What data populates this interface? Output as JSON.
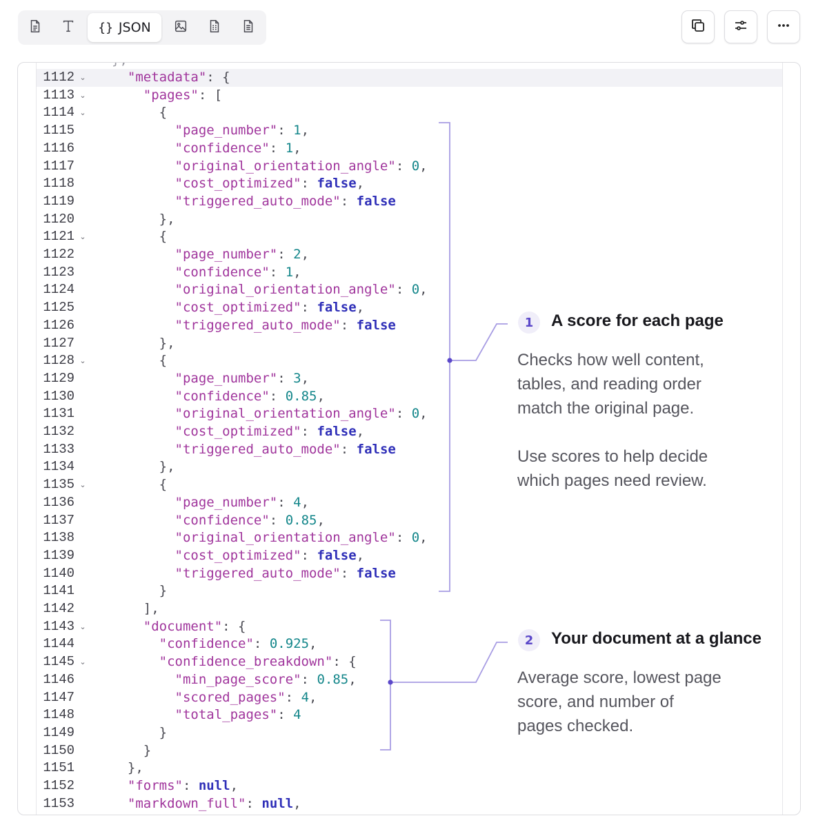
{
  "toolbar": {
    "tabs": [
      {
        "icon": "document-icon",
        "label": ""
      },
      {
        "icon": "text-icon",
        "label": ""
      },
      {
        "icon": "braces-icon",
        "braces": "{}",
        "label": "JSON",
        "active": true
      },
      {
        "icon": "image-icon",
        "label": ""
      },
      {
        "icon": "spreadsheet-icon",
        "label": ""
      },
      {
        "icon": "page-icon",
        "label": ""
      }
    ],
    "actions": [
      {
        "icon": "copy-icon"
      },
      {
        "icon": "sliders-icon"
      },
      {
        "icon": "more-horizontal-icon",
        "label": "···"
      }
    ]
  },
  "editor": {
    "partial_top": "},",
    "highlight_line": "1112",
    "lines": [
      {
        "n": "1112",
        "fold": true,
        "parts": [
          [
            "i",
            "  "
          ],
          [
            "k",
            "\"metadata\""
          ],
          [
            "p",
            ": {"
          ]
        ]
      },
      {
        "n": "1113",
        "fold": true,
        "parts": [
          [
            "i",
            "    "
          ],
          [
            "k",
            "\"pages\""
          ],
          [
            "p",
            ": ["
          ]
        ]
      },
      {
        "n": "1114",
        "fold": true,
        "parts": [
          [
            "i",
            "      "
          ],
          [
            "p",
            "{"
          ]
        ]
      },
      {
        "n": "1115",
        "fold": false,
        "parts": [
          [
            "i",
            "        "
          ],
          [
            "k",
            "\"page_number\""
          ],
          [
            "p",
            ": "
          ],
          [
            "n",
            "1"
          ],
          [
            "p",
            ","
          ]
        ]
      },
      {
        "n": "1116",
        "fold": false,
        "parts": [
          [
            "i",
            "        "
          ],
          [
            "k",
            "\"confidence\""
          ],
          [
            "p",
            ": "
          ],
          [
            "n",
            "1"
          ],
          [
            "p",
            ","
          ]
        ]
      },
      {
        "n": "1117",
        "fold": false,
        "parts": [
          [
            "i",
            "        "
          ],
          [
            "k",
            "\"original_orientation_angle\""
          ],
          [
            "p",
            ": "
          ],
          [
            "n",
            "0"
          ],
          [
            "p",
            ","
          ]
        ]
      },
      {
        "n": "1118",
        "fold": false,
        "parts": [
          [
            "i",
            "        "
          ],
          [
            "k",
            "\"cost_optimized\""
          ],
          [
            "p",
            ": "
          ],
          [
            "b",
            "false"
          ],
          [
            "p",
            ","
          ]
        ]
      },
      {
        "n": "1119",
        "fold": false,
        "parts": [
          [
            "i",
            "        "
          ],
          [
            "k",
            "\"triggered_auto_mode\""
          ],
          [
            "p",
            ": "
          ],
          [
            "b",
            "false"
          ]
        ]
      },
      {
        "n": "1120",
        "fold": false,
        "parts": [
          [
            "i",
            "      "
          ],
          [
            "p",
            "},"
          ]
        ]
      },
      {
        "n": "1121",
        "fold": true,
        "parts": [
          [
            "i",
            "      "
          ],
          [
            "p",
            "{"
          ]
        ]
      },
      {
        "n": "1122",
        "fold": false,
        "parts": [
          [
            "i",
            "        "
          ],
          [
            "k",
            "\"page_number\""
          ],
          [
            "p",
            ": "
          ],
          [
            "n",
            "2"
          ],
          [
            "p",
            ","
          ]
        ]
      },
      {
        "n": "1123",
        "fold": false,
        "parts": [
          [
            "i",
            "        "
          ],
          [
            "k",
            "\"confidence\""
          ],
          [
            "p",
            ": "
          ],
          [
            "n",
            "1"
          ],
          [
            "p",
            ","
          ]
        ]
      },
      {
        "n": "1124",
        "fold": false,
        "parts": [
          [
            "i",
            "        "
          ],
          [
            "k",
            "\"original_orientation_angle\""
          ],
          [
            "p",
            ": "
          ],
          [
            "n",
            "0"
          ],
          [
            "p",
            ","
          ]
        ]
      },
      {
        "n": "1125",
        "fold": false,
        "parts": [
          [
            "i",
            "        "
          ],
          [
            "k",
            "\"cost_optimized\""
          ],
          [
            "p",
            ": "
          ],
          [
            "b",
            "false"
          ],
          [
            "p",
            ","
          ]
        ]
      },
      {
        "n": "1126",
        "fold": false,
        "parts": [
          [
            "i",
            "        "
          ],
          [
            "k",
            "\"triggered_auto_mode\""
          ],
          [
            "p",
            ": "
          ],
          [
            "b",
            "false"
          ]
        ]
      },
      {
        "n": "1127",
        "fold": false,
        "parts": [
          [
            "i",
            "      "
          ],
          [
            "p",
            "},"
          ]
        ]
      },
      {
        "n": "1128",
        "fold": true,
        "parts": [
          [
            "i",
            "      "
          ],
          [
            "p",
            "{"
          ]
        ]
      },
      {
        "n": "1129",
        "fold": false,
        "parts": [
          [
            "i",
            "        "
          ],
          [
            "k",
            "\"page_number\""
          ],
          [
            "p",
            ": "
          ],
          [
            "n",
            "3"
          ],
          [
            "p",
            ","
          ]
        ]
      },
      {
        "n": "1130",
        "fold": false,
        "parts": [
          [
            "i",
            "        "
          ],
          [
            "k",
            "\"confidence\""
          ],
          [
            "p",
            ": "
          ],
          [
            "n",
            "0.85"
          ],
          [
            "p",
            ","
          ]
        ]
      },
      {
        "n": "1131",
        "fold": false,
        "parts": [
          [
            "i",
            "        "
          ],
          [
            "k",
            "\"original_orientation_angle\""
          ],
          [
            "p",
            ": "
          ],
          [
            "n",
            "0"
          ],
          [
            "p",
            ","
          ]
        ]
      },
      {
        "n": "1132",
        "fold": false,
        "parts": [
          [
            "i",
            "        "
          ],
          [
            "k",
            "\"cost_optimized\""
          ],
          [
            "p",
            ": "
          ],
          [
            "b",
            "false"
          ],
          [
            "p",
            ","
          ]
        ]
      },
      {
        "n": "1133",
        "fold": false,
        "parts": [
          [
            "i",
            "        "
          ],
          [
            "k",
            "\"triggered_auto_mode\""
          ],
          [
            "p",
            ": "
          ],
          [
            "b",
            "false"
          ]
        ]
      },
      {
        "n": "1134",
        "fold": false,
        "parts": [
          [
            "i",
            "      "
          ],
          [
            "p",
            "},"
          ]
        ]
      },
      {
        "n": "1135",
        "fold": true,
        "parts": [
          [
            "i",
            "      "
          ],
          [
            "p",
            "{"
          ]
        ]
      },
      {
        "n": "1136",
        "fold": false,
        "parts": [
          [
            "i",
            "        "
          ],
          [
            "k",
            "\"page_number\""
          ],
          [
            "p",
            ": "
          ],
          [
            "n",
            "4"
          ],
          [
            "p",
            ","
          ]
        ]
      },
      {
        "n": "1137",
        "fold": false,
        "parts": [
          [
            "i",
            "        "
          ],
          [
            "k",
            "\"confidence\""
          ],
          [
            "p",
            ": "
          ],
          [
            "n",
            "0.85"
          ],
          [
            "p",
            ","
          ]
        ]
      },
      {
        "n": "1138",
        "fold": false,
        "parts": [
          [
            "i",
            "        "
          ],
          [
            "k",
            "\"original_orientation_angle\""
          ],
          [
            "p",
            ": "
          ],
          [
            "n",
            "0"
          ],
          [
            "p",
            ","
          ]
        ]
      },
      {
        "n": "1139",
        "fold": false,
        "parts": [
          [
            "i",
            "        "
          ],
          [
            "k",
            "\"cost_optimized\""
          ],
          [
            "p",
            ": "
          ],
          [
            "b",
            "false"
          ],
          [
            "p",
            ","
          ]
        ]
      },
      {
        "n": "1140",
        "fold": false,
        "parts": [
          [
            "i",
            "        "
          ],
          [
            "k",
            "\"triggered_auto_mode\""
          ],
          [
            "p",
            ": "
          ],
          [
            "b",
            "false"
          ]
        ]
      },
      {
        "n": "1141",
        "fold": false,
        "parts": [
          [
            "i",
            "      "
          ],
          [
            "p",
            "}"
          ]
        ]
      },
      {
        "n": "1142",
        "fold": false,
        "parts": [
          [
            "i",
            "    "
          ],
          [
            "p",
            "],"
          ]
        ]
      },
      {
        "n": "1143",
        "fold": true,
        "parts": [
          [
            "i",
            "    "
          ],
          [
            "k",
            "\"document\""
          ],
          [
            "p",
            ": {"
          ]
        ]
      },
      {
        "n": "1144",
        "fold": false,
        "parts": [
          [
            "i",
            "      "
          ],
          [
            "k",
            "\"confidence\""
          ],
          [
            "p",
            ": "
          ],
          [
            "n",
            "0.925"
          ],
          [
            "p",
            ","
          ]
        ]
      },
      {
        "n": "1145",
        "fold": true,
        "parts": [
          [
            "i",
            "      "
          ],
          [
            "k",
            "\"confidence_breakdown\""
          ],
          [
            "p",
            ": {"
          ]
        ]
      },
      {
        "n": "1146",
        "fold": false,
        "parts": [
          [
            "i",
            "        "
          ],
          [
            "k",
            "\"min_page_score\""
          ],
          [
            "p",
            ": "
          ],
          [
            "n",
            "0.85"
          ],
          [
            "p",
            ","
          ]
        ]
      },
      {
        "n": "1147",
        "fold": false,
        "parts": [
          [
            "i",
            "        "
          ],
          [
            "k",
            "\"scored_pages\""
          ],
          [
            "p",
            ": "
          ],
          [
            "n",
            "4"
          ],
          [
            "p",
            ","
          ]
        ]
      },
      {
        "n": "1148",
        "fold": false,
        "parts": [
          [
            "i",
            "        "
          ],
          [
            "k",
            "\"total_pages\""
          ],
          [
            "p",
            ": "
          ],
          [
            "n",
            "4"
          ]
        ]
      },
      {
        "n": "1149",
        "fold": false,
        "parts": [
          [
            "i",
            "      "
          ],
          [
            "p",
            "}"
          ]
        ]
      },
      {
        "n": "1150",
        "fold": false,
        "parts": [
          [
            "i",
            "    "
          ],
          [
            "p",
            "}"
          ]
        ]
      },
      {
        "n": "1151",
        "fold": false,
        "parts": [
          [
            "i",
            "  "
          ],
          [
            "p",
            "},"
          ]
        ]
      },
      {
        "n": "1152",
        "fold": false,
        "parts": [
          [
            "i",
            "  "
          ],
          [
            "k",
            "\"forms\""
          ],
          [
            "p",
            ": "
          ],
          [
            "b",
            "null"
          ],
          [
            "p",
            ","
          ]
        ]
      },
      {
        "n": "1153",
        "fold": false,
        "parts": [
          [
            "i",
            "  "
          ],
          [
            "k",
            "\"markdown_full\""
          ],
          [
            "p",
            ": "
          ],
          [
            "b",
            "null"
          ],
          [
            "p",
            ","
          ]
        ]
      }
    ]
  },
  "annotations": [
    {
      "number": "1",
      "title": "A score for each page",
      "body": [
        "Checks how well content,",
        "tables, and reading order",
        "match the original page.",
        "",
        "Use scores to help decide",
        "which pages need review."
      ]
    },
    {
      "number": "2",
      "title": "Your document at a glance",
      "body": [
        "Average score, lowest page",
        "score, and number of",
        "pages checked."
      ]
    }
  ],
  "colors": {
    "key": "#a0359c",
    "number": "#13868a",
    "keyword": "#2f2fb8",
    "accent": "#9b8fe0",
    "badge_text": "#5b48c9"
  }
}
